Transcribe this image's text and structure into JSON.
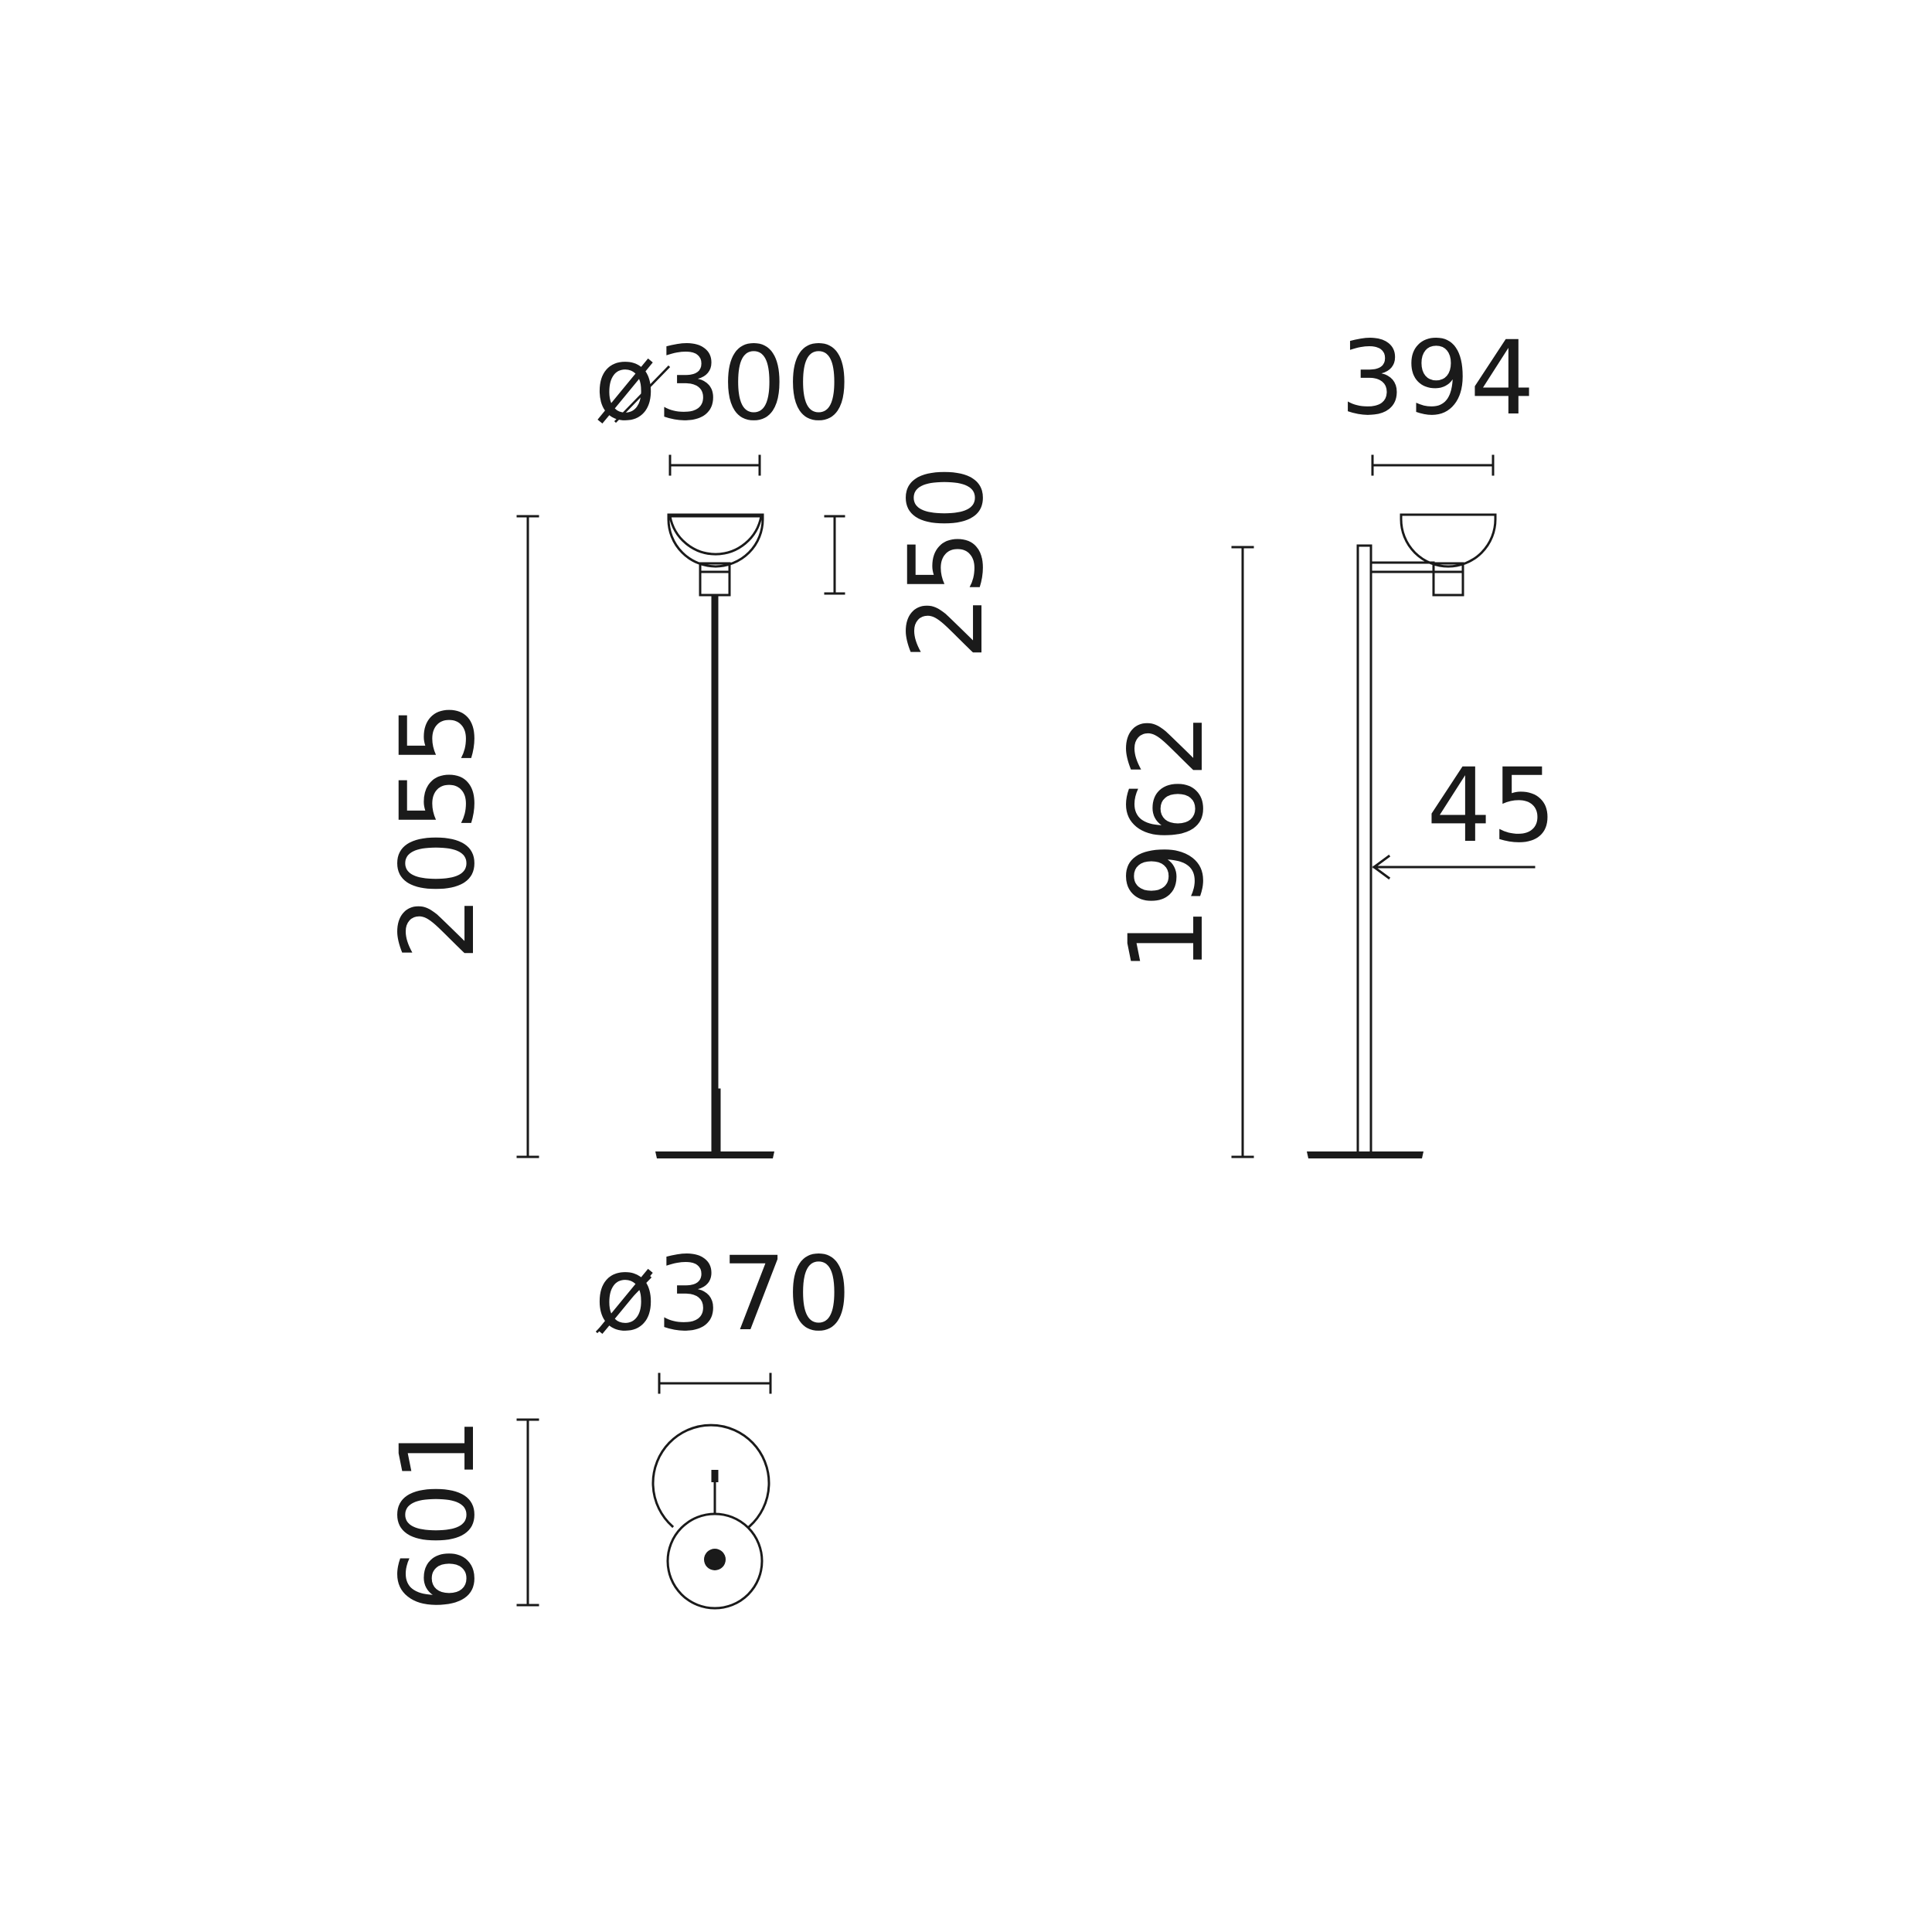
{
  "dimensions": {
    "head_diameter": "ø300",
    "head_height": "250",
    "total_height_front": "2055",
    "arm_reach": "394",
    "stem_height_side": "1962",
    "stem_width": "45",
    "base_diameter": "ø370",
    "footprint_depth": "601"
  }
}
